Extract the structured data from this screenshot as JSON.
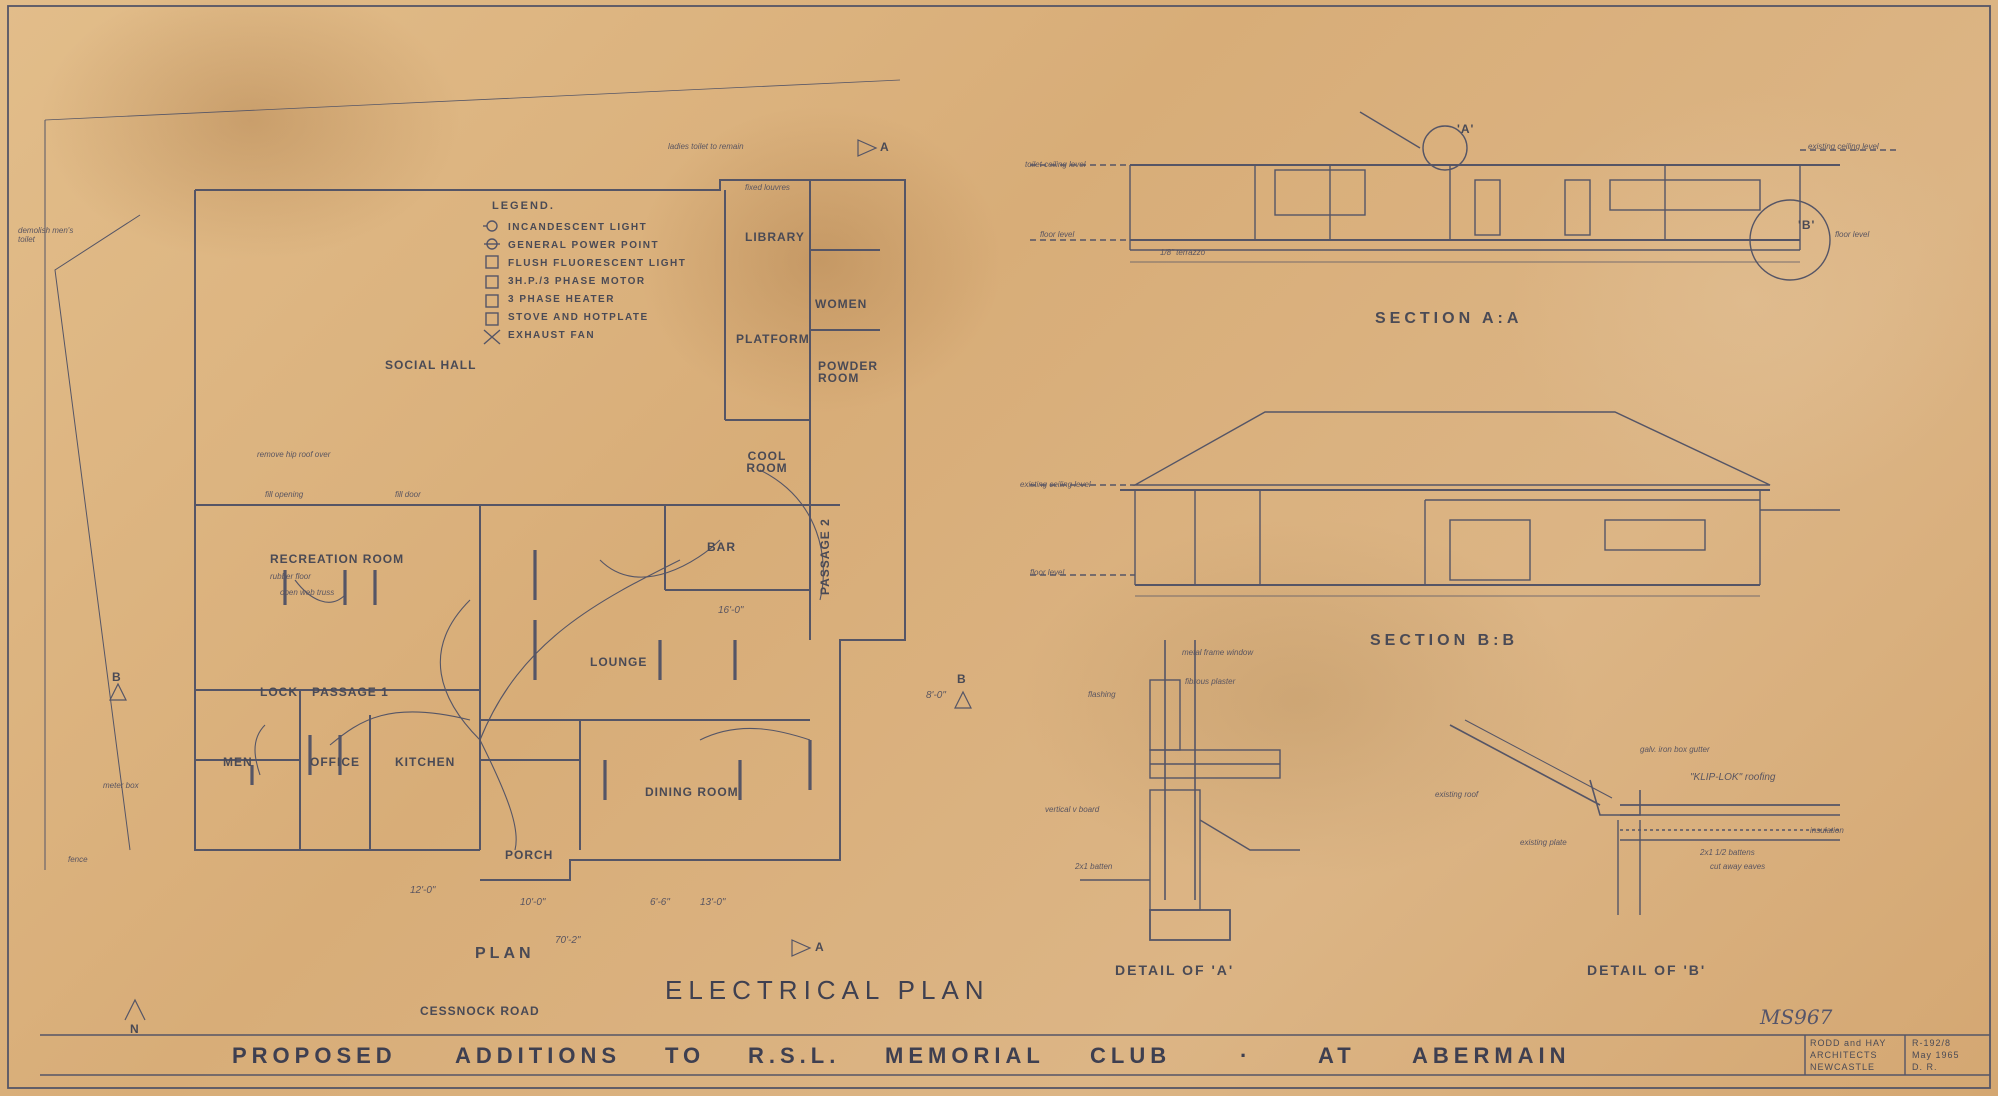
{
  "legend": {
    "title": "LEGEND.",
    "items": [
      {
        "label": "INCANDESCENT LIGHT",
        "icon": "incandescent-light-icon"
      },
      {
        "label": "GENERAL POWER POINT",
        "icon": "power-point-icon"
      },
      {
        "label": "FLUSH FLUORESCENT LIGHT",
        "icon": "fluorescent-light-icon"
      },
      {
        "label": "3H.P./3 PHASE MOTOR",
        "icon": "motor-icon"
      },
      {
        "label": "3 PHASE HEATER",
        "icon": "heater-icon"
      },
      {
        "label": "STOVE AND HOTPLATE",
        "icon": "stove-icon"
      },
      {
        "label": "EXHAUST FAN",
        "icon": "exhaust-fan-icon"
      }
    ]
  },
  "rooms": {
    "social_hall": "SOCIAL HALL",
    "library": "LIBRARY",
    "platform": "PLATFORM",
    "women": "WOMEN",
    "powder_room": "POWDER ROOM",
    "cool_room": "COOL ROOM",
    "bar": "BAR",
    "passage_2": "PASSAGE 2",
    "recreation_room": "RECREATION ROOM",
    "lounge": "LOUNGE",
    "lock": "LOCK",
    "passage_1": "PASSAGE 1",
    "men": "MEN",
    "office": "OFFICE",
    "kitchen": "KITCHEN",
    "dining_room": "DINING ROOM",
    "porch": "PORCH"
  },
  "notes": {
    "ladies_toilet": "ladies toilet to remain",
    "demolish_mens": "demolish men's toilet",
    "remove_hip_roof": "remove hip roof over",
    "rubber_floor": "rubber floor",
    "open_web_truss": "open web truss",
    "fixed_louvres": "fixed louvres",
    "fill_opening": "fill opening",
    "fill_door": "fill door",
    "meter_box": "meter box",
    "fence": "fence",
    "existing_ceiling_level": "existing ceiling level",
    "toilet_ceiling_level": "toilet ceiling level",
    "floor_level": "floor level",
    "terrazzo": "1/8\" terrazzo",
    "metal_frame_window": "metal frame window",
    "fibrous_plaster": "fibrous plaster",
    "flashing": "flashing",
    "vertical_board": "vertical v board",
    "batten": "2x1 batten",
    "galv_gutter": "galv. iron box gutter",
    "kliplok": "\"KLIP-LOK\" roofing",
    "existing_roof": "existing roof",
    "existing_plate": "existing plate",
    "insulation": "insulation",
    "battens": "2x1 1/2 battens",
    "cut_away_eaves": "cut away eaves"
  },
  "dimensions": {
    "overall": "70'-2\"",
    "d1": "12'-0\"",
    "d2": "16'-0\"",
    "d3": "13'-0\"",
    "d4": "8'-0\"",
    "d5": "10'-0\"",
    "d6": "6'-6\""
  },
  "markers": {
    "a": "A",
    "b": "B",
    "detail_a": "'A'",
    "detail_b": "'B'",
    "north": "N"
  },
  "titles": {
    "plan": "PLAN",
    "cessnock_road": "CESSNOCK ROAD",
    "electrical_plan": "ELECTRICAL PLAN",
    "section_aa": "SECTION A:A",
    "section_bb": "SECTION B:B",
    "detail_a": "DETAIL OF 'A'",
    "detail_b": "DETAIL OF 'B'",
    "handwritten_ref": "MS967"
  },
  "footer": {
    "words": [
      "PROPOSED",
      "ADDITIONS",
      "TO",
      "R.S.L.",
      "MEMORIAL",
      "CLUB",
      "·",
      "AT",
      "ABERMAIN"
    ],
    "architects": [
      "RODD and HAY",
      "ARCHITECTS",
      "NEWCASTLE"
    ],
    "drawing_no": "R-192/8",
    "date": "May 1965",
    "drawn": "D. R."
  },
  "colors": {
    "paper": "#dcb585",
    "ink": "#4a4a55",
    "stain": "#a06e3c"
  }
}
